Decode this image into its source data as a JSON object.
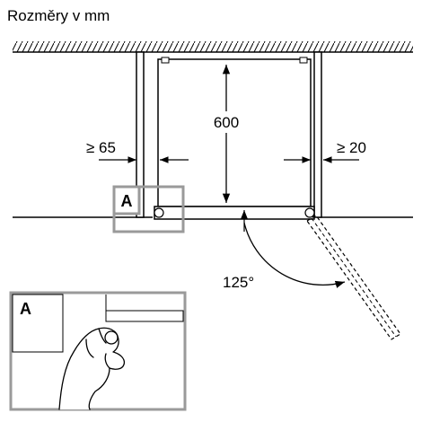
{
  "title": "Rozměry v mm",
  "dimensions": {
    "depth": "600",
    "left_clearance": "≥ 65",
    "right_clearance": "≥ 20",
    "door_angle": "125°"
  },
  "callouts": {
    "detail_marker": "A",
    "detail_inset_label": "A"
  }
}
